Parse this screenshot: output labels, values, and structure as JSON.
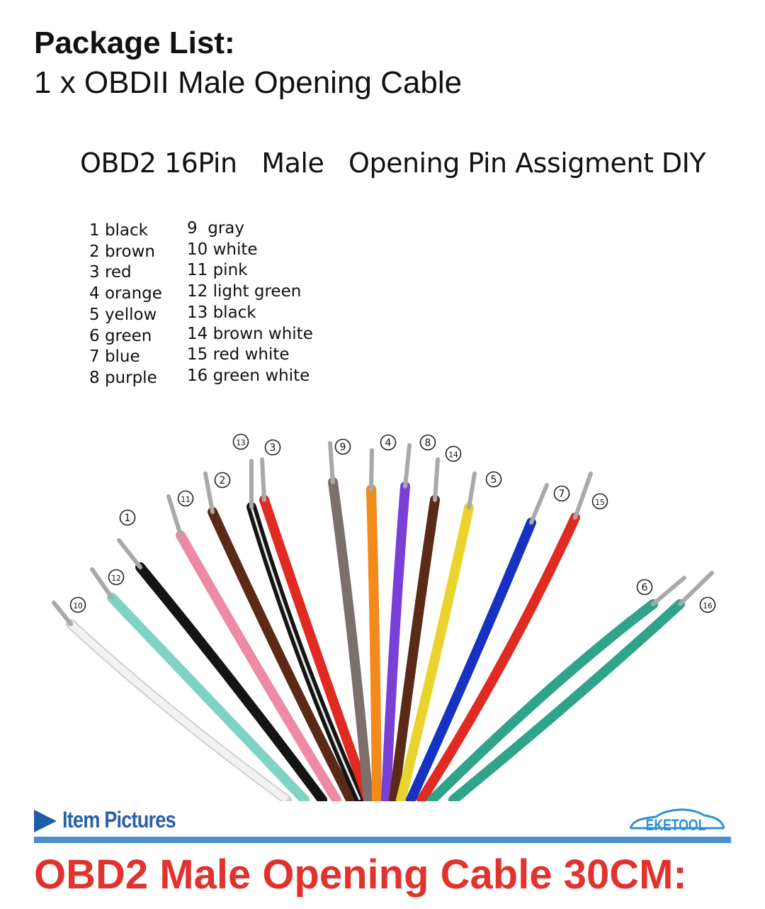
{
  "package": {
    "heading": "Package List:",
    "item": "1 x OBDII Male Opening Cable"
  },
  "diagram": {
    "title": "OBD2 16Pin   Male   Opening Pin Assigment DIY",
    "pins_left": [
      "1 black",
      "2 brown",
      "3 red",
      "4 orange",
      "5 yellow",
      "6 green",
      "7 blue",
      "8 purple"
    ],
    "pins_right": [
      "9  gray",
      "10 white",
      "11 pink",
      "12 light green",
      "13 black",
      "14 brown white",
      "15 red white",
      "16 green white"
    ],
    "wire_colors": {
      "black": "#141414",
      "brown": "#5a2a16",
      "red": "#e02a22",
      "orange": "#f28a1c",
      "yellow": "#e9d42e",
      "green": "#2fa488",
      "blue": "#1532c2",
      "purple": "#7a3fd6",
      "gray": "#7b706b",
      "white": "#e6e6e6",
      "pink": "#ee8aa6",
      "light_green": "#7fd3c2"
    }
  },
  "banner": {
    "label": "Item Pictures",
    "brand": "EKETOOL",
    "icon": "play-arrow-icon"
  },
  "product_title": "OBD2 Male Opening Cable 30CM:"
}
